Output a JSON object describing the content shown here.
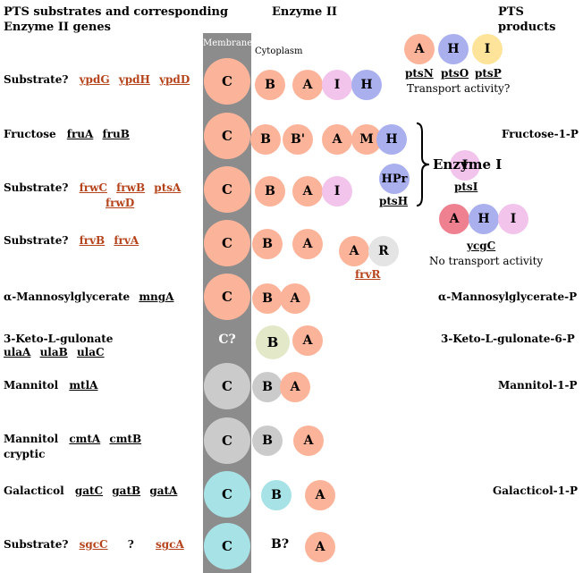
{
  "headers": {
    "left_line1": "PTS substrates and corresponding",
    "left_line2": "Enzyme II genes",
    "center": "Enzyme II",
    "right": "PTS products"
  },
  "membrane_label": "Membrane",
  "cytoplasm_label": "Cytoplasm",
  "rows": [
    {
      "substrate": "Substrate?",
      "genes": [
        "ypdG",
        "ypdH",
        "ypdD"
      ],
      "product": ""
    },
    {
      "substrate": "Fructose",
      "genes": [
        "fruA",
        "fruB"
      ],
      "product": "Fructose-1-P"
    },
    {
      "substrate": "Substrate?",
      "genes": [
        "frwC",
        "frwB",
        "ptsA"
      ],
      "genes2": [
        "frwD"
      ],
      "product": ""
    },
    {
      "substrate": "Substrate?",
      "genes": [
        "frvB",
        "frvA"
      ],
      "product": ""
    },
    {
      "substrate": "α-Mannosylglycerate",
      "genes": [
        "mngA"
      ],
      "product": "α-Mannosylglycerate-P"
    },
    {
      "substrate": "3-Keto-L-gulonate",
      "genes": [],
      "genes2": [
        "ulaA",
        "ulaB",
        "ulaC"
      ],
      "product": "3-Keto-L-gulonate-6-P"
    },
    {
      "substrate": "Mannitol",
      "genes": [
        "mtlA"
      ],
      "product": "Mannitol-1-P"
    },
    {
      "substrate": "Mannitol",
      "substrate2": "cryptic",
      "genes": [
        "cmtA",
        "cmtB"
      ],
      "product": ""
    },
    {
      "substrate": "Galacticol",
      "genes": [
        "gatC",
        "gatB",
        "gatA"
      ],
      "product": "Galacticol-1-P"
    },
    {
      "substrate": "Substrate?",
      "genes": [
        "sgcC",
        "?",
        "sgcA"
      ],
      "product": ""
    }
  ],
  "domains": {
    "C": "C",
    "C_q": "C?",
    "B": "B",
    "B_prime": "B'",
    "B_q": "B?",
    "A": "A",
    "I": "I",
    "H": "H",
    "M": "M",
    "R": "R",
    "HPr": "HPr"
  },
  "top_right": {
    "genes": [
      "ptsN",
      "ptsO",
      "ptsP"
    ],
    "note": "Transport activity?"
  },
  "enzyme_i": {
    "label": "Enzyme I",
    "gene": "ptsI",
    "hpr_gene": "ptsH"
  },
  "ycgc": {
    "gene": "ycgC",
    "note": "No transport activity"
  },
  "frvr_gene": "frvR",
  "colors": {
    "salmon": "#fbb49a",
    "pink": "#f2c4ec",
    "blue": "#aab0ee",
    "yellow": "#fde49a",
    "red": "#ee8090",
    "grey": "#cbcbcb",
    "lightgrey": "#e4e4e4",
    "olive": "#e2e8c8",
    "cyan": "#a6e2e6",
    "membrane": "#8c8c8c",
    "gene_red": "#b5441c"
  }
}
